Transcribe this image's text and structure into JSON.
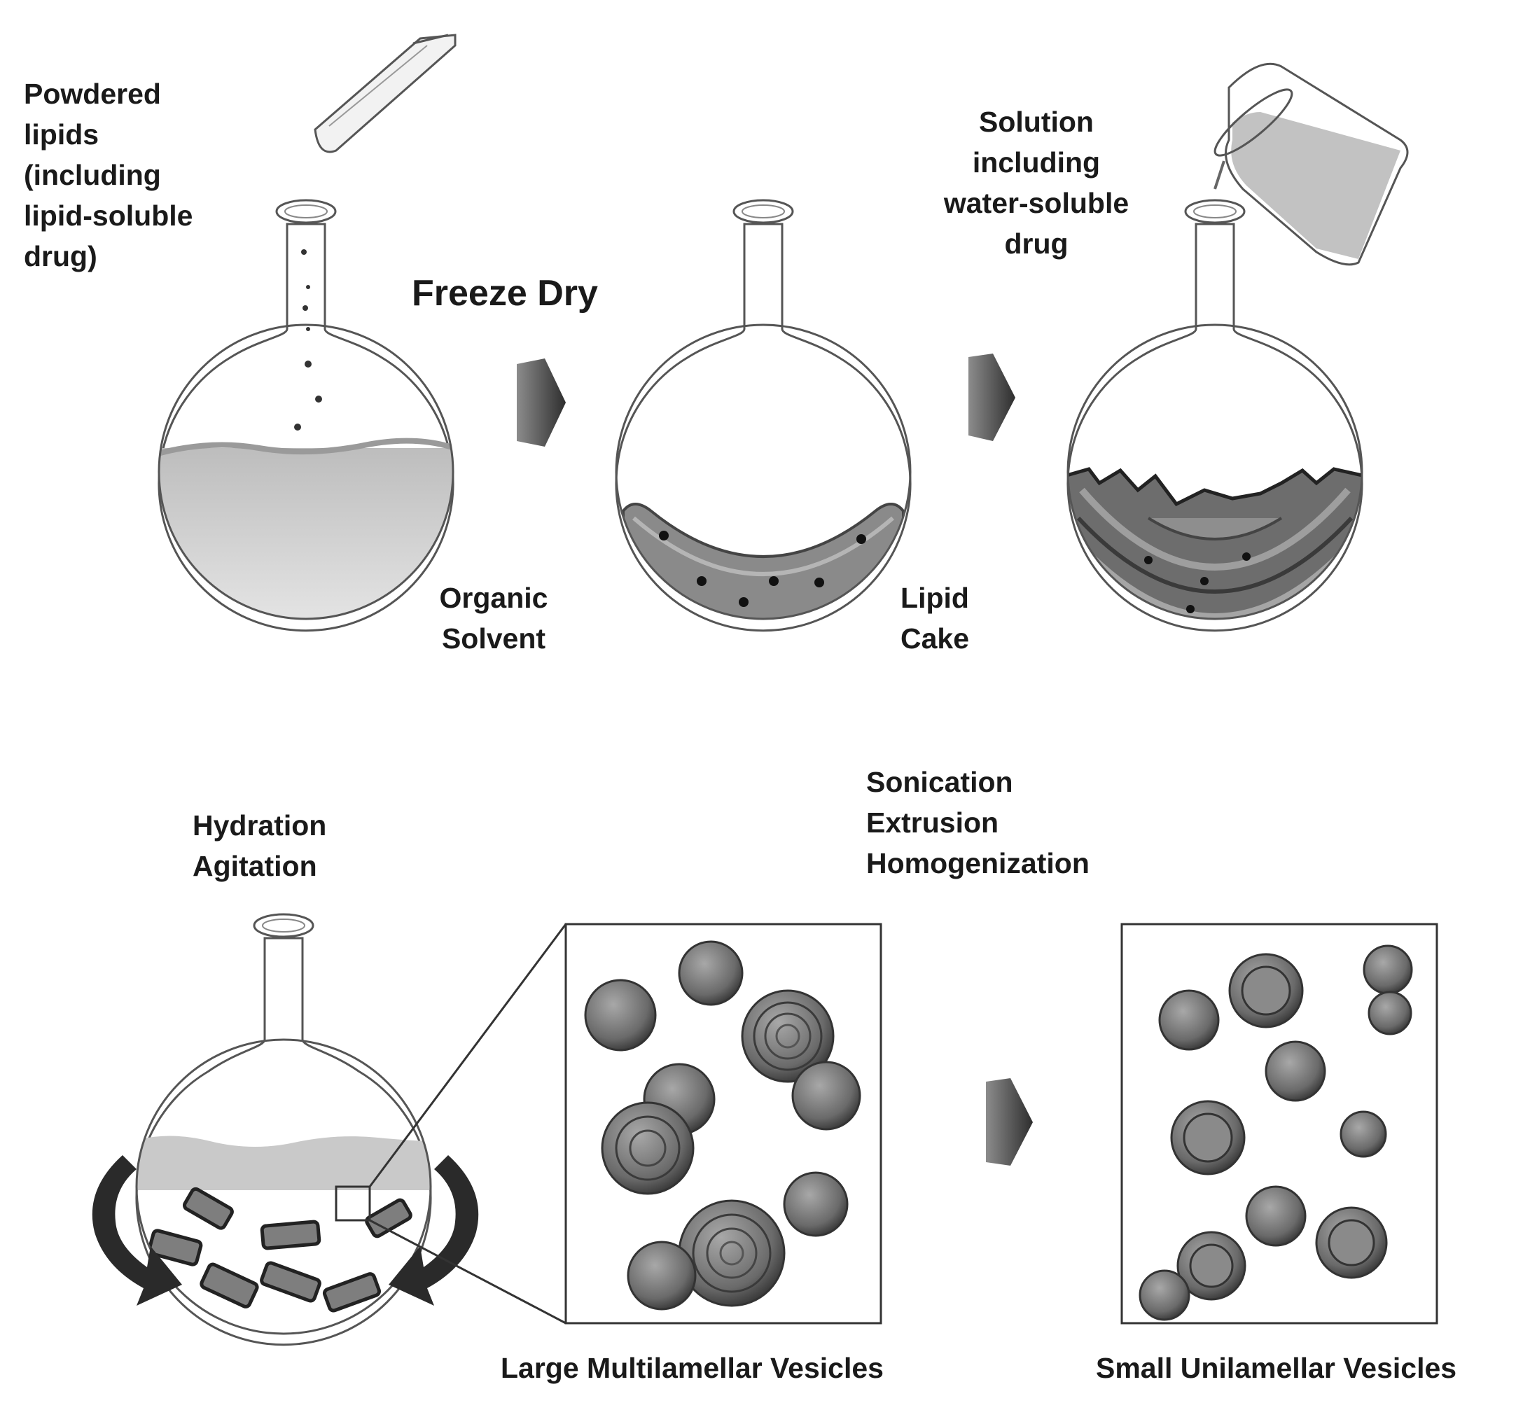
{
  "labels": {
    "powdered_lipids": [
      "Powdered",
      "lipids",
      "(including",
      "lipid-soluble",
      "drug)"
    ],
    "freeze_dry": "Freeze Dry",
    "solution": [
      "Solution",
      "including",
      "water-soluble",
      "drug"
    ],
    "organic_solvent": [
      "Organic",
      "Solvent"
    ],
    "lipid_cake": [
      "Lipid",
      "Cake"
    ],
    "hydration": [
      "Hydration",
      "Agitation"
    ],
    "sonication": [
      "Sonication",
      "Extrusion",
      "Homogenization"
    ],
    "lmv": "Large Multilamellar Vesicles",
    "suv": "Small Unilamellar Vesicles"
  }
}
